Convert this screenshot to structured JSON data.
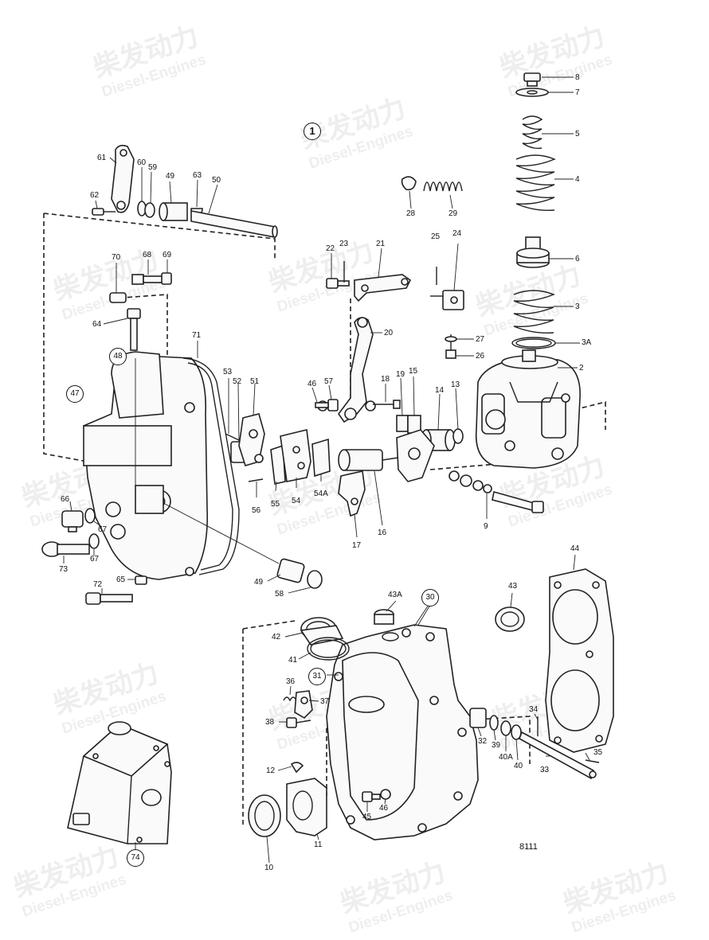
{
  "watermark": {
    "cn": "柴发动力",
    "en": "Diesel-Engines"
  },
  "drawing_ref": "8111",
  "group_marker": "1",
  "callouts": [
    {
      "id": "c8",
      "text": "8"
    },
    {
      "id": "c7",
      "text": "7"
    },
    {
      "id": "c5",
      "text": "5"
    },
    {
      "id": "c4",
      "text": "4"
    },
    {
      "id": "c6",
      "text": "6"
    },
    {
      "id": "c3",
      "text": "3"
    },
    {
      "id": "c3a",
      "text": "3A"
    },
    {
      "id": "c2",
      "text": "2"
    },
    {
      "id": "c28",
      "text": "28"
    },
    {
      "id": "c29",
      "text": "29"
    },
    {
      "id": "c61",
      "text": "61"
    },
    {
      "id": "c60",
      "text": "60"
    },
    {
      "id": "c59",
      "text": "59"
    },
    {
      "id": "c49a",
      "text": "49"
    },
    {
      "id": "c63",
      "text": "63"
    },
    {
      "id": "c50",
      "text": "50"
    },
    {
      "id": "c62",
      "text": "62"
    },
    {
      "id": "c70",
      "text": "70"
    },
    {
      "id": "c68",
      "text": "68"
    },
    {
      "id": "c69",
      "text": "69"
    },
    {
      "id": "c22",
      "text": "22"
    },
    {
      "id": "c23",
      "text": "23"
    },
    {
      "id": "c21",
      "text": "21"
    },
    {
      "id": "c25",
      "text": "25"
    },
    {
      "id": "c24",
      "text": "24"
    },
    {
      "id": "c20",
      "text": "20"
    },
    {
      "id": "c27",
      "text": "27"
    },
    {
      "id": "c26",
      "text": "26"
    },
    {
      "id": "c64",
      "text": "64"
    },
    {
      "id": "c71",
      "text": "71"
    },
    {
      "id": "c53",
      "text": "53"
    },
    {
      "id": "c52",
      "text": "52"
    },
    {
      "id": "c51",
      "text": "51"
    },
    {
      "id": "c46a",
      "text": "46"
    },
    {
      "id": "c57",
      "text": "57"
    },
    {
      "id": "c18",
      "text": "18"
    },
    {
      "id": "c19",
      "text": "19"
    },
    {
      "id": "c15",
      "text": "15"
    },
    {
      "id": "c14",
      "text": "14"
    },
    {
      "id": "c13",
      "text": "13"
    },
    {
      "id": "c56",
      "text": "56"
    },
    {
      "id": "c55",
      "text": "55"
    },
    {
      "id": "c54",
      "text": "54"
    },
    {
      "id": "c54a",
      "text": "54A"
    },
    {
      "id": "c17",
      "text": "17"
    },
    {
      "id": "c16",
      "text": "16"
    },
    {
      "id": "c9",
      "text": "9"
    },
    {
      "id": "c66",
      "text": "66"
    },
    {
      "id": "c67a",
      "text": "67"
    },
    {
      "id": "c67b",
      "text": "67"
    },
    {
      "id": "c73",
      "text": "73"
    },
    {
      "id": "c72",
      "text": "72"
    },
    {
      "id": "c65",
      "text": "65"
    },
    {
      "id": "c49b",
      "text": "49"
    },
    {
      "id": "c58",
      "text": "58"
    },
    {
      "id": "c44",
      "text": "44"
    },
    {
      "id": "c43",
      "text": "43"
    },
    {
      "id": "c43a",
      "text": "43A"
    },
    {
      "id": "c42",
      "text": "42"
    },
    {
      "id": "c41",
      "text": "41"
    },
    {
      "id": "c36",
      "text": "36"
    },
    {
      "id": "c37",
      "text": "37"
    },
    {
      "id": "c38",
      "text": "38"
    },
    {
      "id": "c12",
      "text": "12"
    },
    {
      "id": "c34",
      "text": "34"
    },
    {
      "id": "c35",
      "text": "35"
    },
    {
      "id": "c32",
      "text": "32"
    },
    {
      "id": "c39",
      "text": "39"
    },
    {
      "id": "c40a",
      "text": "40A"
    },
    {
      "id": "c40",
      "text": "40"
    },
    {
      "id": "c33",
      "text": "33"
    },
    {
      "id": "c45",
      "text": "45"
    },
    {
      "id": "c46b",
      "text": "46"
    },
    {
      "id": "c10",
      "text": "10"
    },
    {
      "id": "c11",
      "text": "11"
    }
  ],
  "circled": [
    {
      "id": "o48",
      "text": "48"
    },
    {
      "id": "o47",
      "text": "47"
    },
    {
      "id": "o30",
      "text": "30"
    },
    {
      "id": "o31",
      "text": "31"
    },
    {
      "id": "o74",
      "text": "74"
    }
  ]
}
